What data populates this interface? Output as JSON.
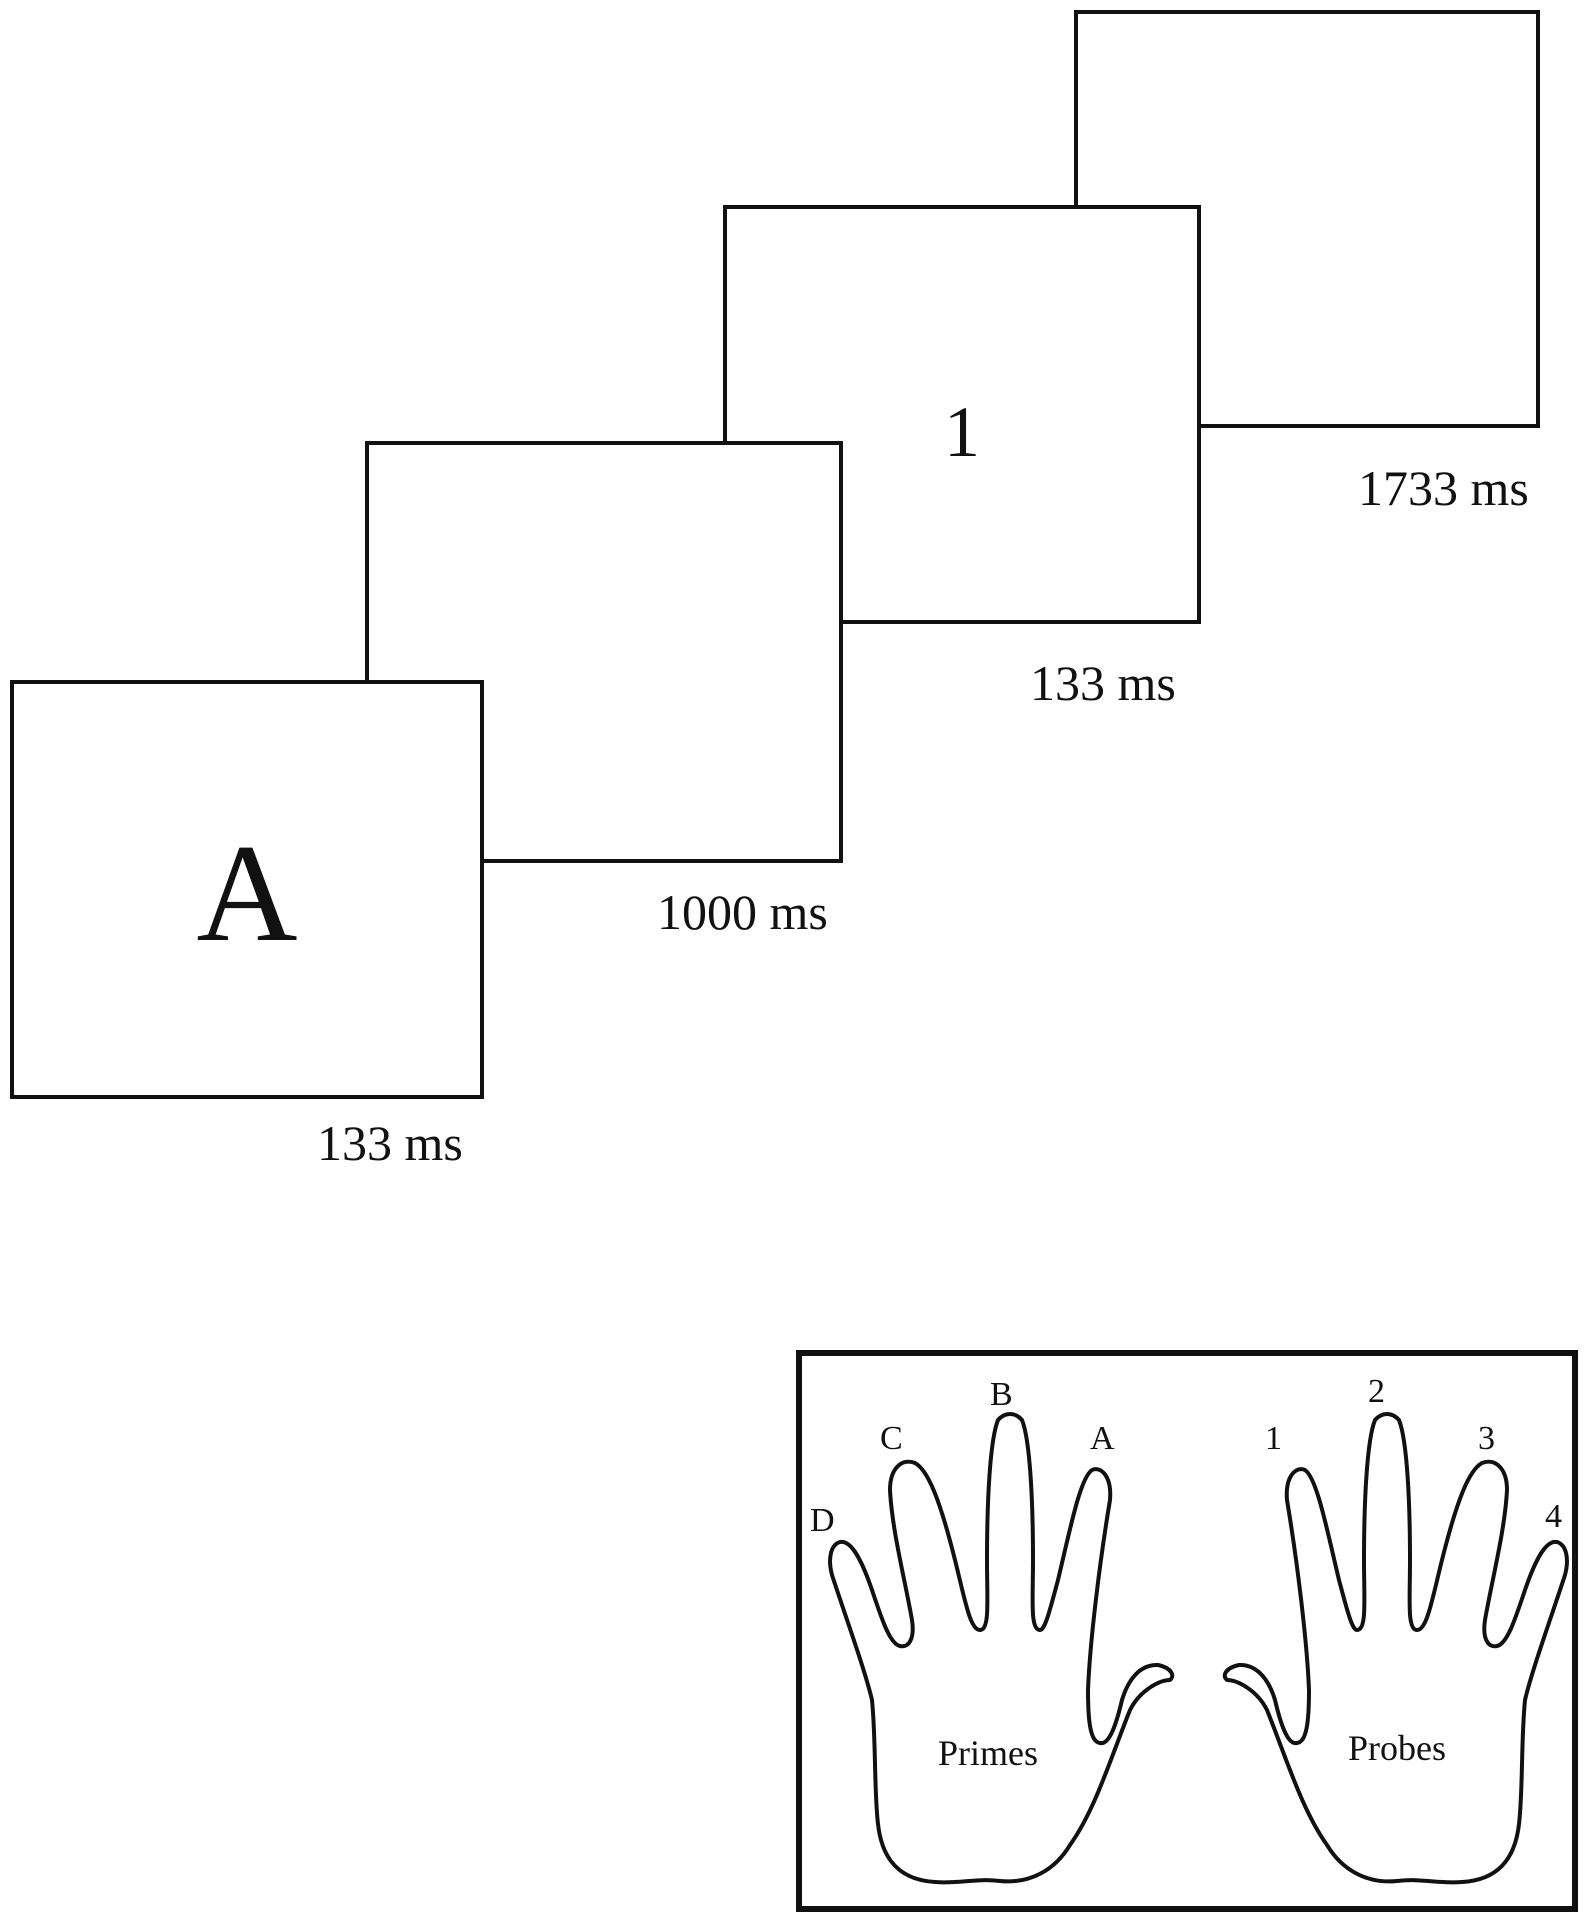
{
  "sequence": {
    "frames": [
      {
        "id": "prime",
        "stimulus": "A",
        "duration": "133 ms"
      },
      {
        "id": "isi",
        "stimulus": "",
        "duration": "1000 ms"
      },
      {
        "id": "probe",
        "stimulus": "1",
        "duration": "133 ms"
      },
      {
        "id": "response-window",
        "stimulus": "",
        "duration": "1733 ms"
      }
    ]
  },
  "hands": {
    "left": {
      "label": "Primes",
      "fingers": [
        "D",
        "C",
        "B",
        "A"
      ]
    },
    "right": {
      "label": "Probes",
      "fingers": [
        "1",
        "2",
        "3",
        "4"
      ]
    }
  }
}
